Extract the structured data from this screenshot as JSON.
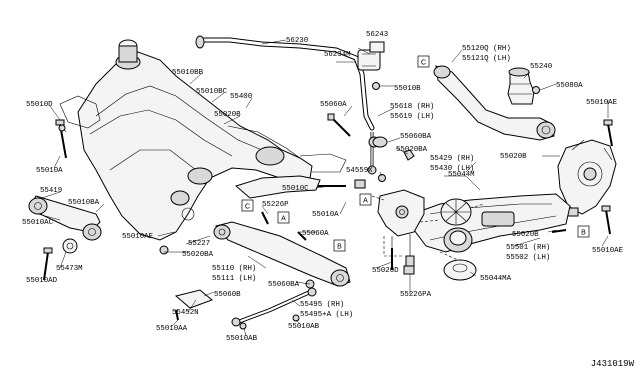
{
  "diagram_code": "J431019W",
  "labels": {
    "l56230": "56230",
    "l56243": "56243",
    "l56234m": "56234M",
    "l55010b_top": "55010B",
    "l55120q": "55120Q (RH)",
    "l55121q": "55121Q (LH)",
    "l55240": "55240",
    "l55080a": "55080A",
    "l55010bb": "55010BB",
    "l55010bc": "55010BC",
    "l55400": "55400",
    "l55010d": "55010D",
    "l55020b_a": "55020B",
    "l55060a_top": "55060A",
    "l55618": "55618 (RH)",
    "l55619": "55619 (LH)",
    "l55010ae_top": "55010AE",
    "l55060ba_top": "55060BA",
    "l55020ba_mid": "55020BA",
    "l55010a_left": "55010A",
    "l55429": "55429 (RH)",
    "l55430": "55430 (LH)",
    "l55020b_b": "55020B",
    "l55044m": "55044M",
    "l54559x": "54559X",
    "l55010c": "55010C",
    "l55419": "55419",
    "l55010ba": "55010BA",
    "l55226p": "55226P",
    "l55010a_mid": "55010A",
    "l55010ac": "55010AC",
    "l55010ae_mid": "55010AE",
    "l55060a_mid": "55060A",
    "l55020b_c": "55020B",
    "l55227": "55227",
    "l55020ba_low": "55020BA",
    "l55501": "55501 (RH)",
    "l55502": "55502 (LH)",
    "l55010ae_right": "55010AE",
    "l55473m": "55473M",
    "l55010ad": "55010AD",
    "l55110": "55110 (RH)",
    "l55111": "55111 (LH)",
    "l55060ba_low": "55060BA",
    "l55020d": "55020D",
    "l55044ma": "55044MA",
    "l55060b": "55060B",
    "l55226pa": "55226PA",
    "l55452n": "55452N",
    "l55495": "55495 (RH)",
    "l55495a": "55495+A (LH)",
    "l55010aa": "55010AA",
    "l55010ab_a": "55010AB",
    "l55010ab_b": "55010AB"
  },
  "refs": {
    "A": "A",
    "B": "B",
    "C": "C"
  }
}
